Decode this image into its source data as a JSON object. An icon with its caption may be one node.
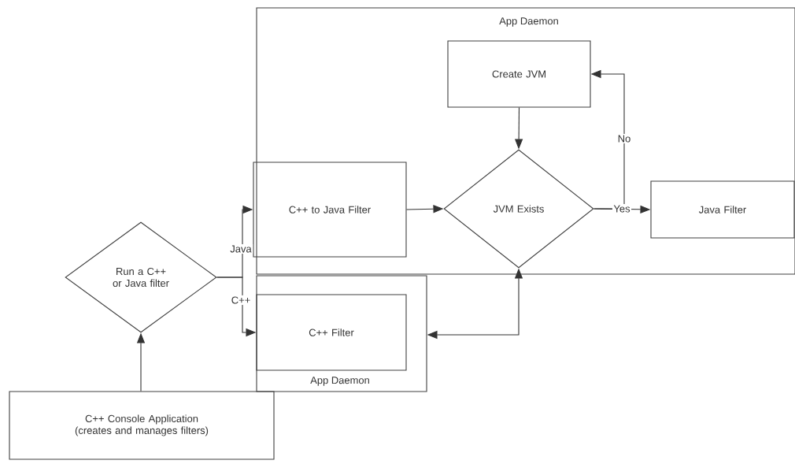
{
  "diagram": {
    "nodes": [
      {
        "text": [
          "App Daemon"
        ]
      },
      {
        "text": [
          "Create JVM"
        ],
        "in": 0
      },
      {
        "text": [
          "C++ to Java Filter"
        ],
        "in": 0
      },
      {
        "text": [
          "JVM Exists"
        ],
        "in": 0
      },
      {
        "text": [
          "Java Filter"
        ],
        "in": 0
      },
      {
        "text": [
          "Run a C++ or Java filter"
        ]
      },
      {
        "text": [
          "App Daemon"
        ]
      },
      {
        "text": [
          "C++ Filter"
        ],
        "in": 6
      },
      {
        "text": [
          "C++ Console Application (creates and manages filters)"
        ]
      }
    ],
    "edges": [
      {
        "from": 8,
        "to": 5,
        "arrow": "to"
      },
      {
        "from": 5,
        "to": 2,
        "arrow": "to",
        "label": "Java"
      },
      {
        "from": 5,
        "to": 7,
        "arrow": "to",
        "label": "C++"
      },
      {
        "from": 2,
        "to": 3,
        "arrow": "to"
      },
      {
        "from": 1,
        "to": 3,
        "arrow": "to"
      },
      {
        "from": 3,
        "to": 4,
        "arrow": "to",
        "label": "Yes"
      },
      {
        "from": 3,
        "to": 1,
        "arrow": "to",
        "label": "No"
      },
      {
        "from": 6,
        "to": 3,
        "arrow": "both"
      }
    ]
  }
}
